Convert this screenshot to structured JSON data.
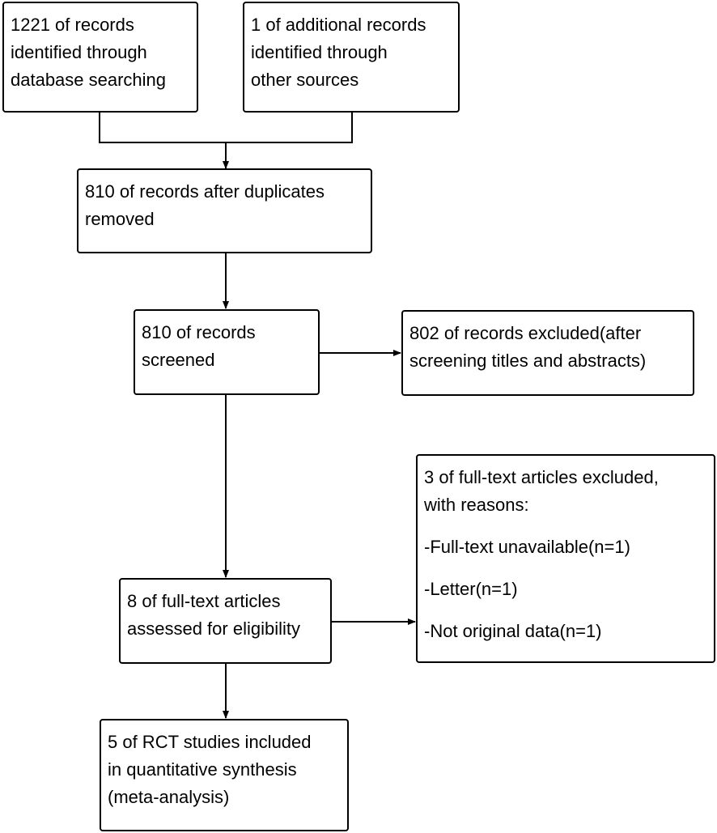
{
  "boxes": {
    "database": {
      "lines": [
        "1221 of records",
        "identified through",
        "database searching"
      ]
    },
    "other_sources": {
      "lines": [
        "1 of additional records",
        "identified through",
        "other sources"
      ]
    },
    "after_duplicates": {
      "lines": [
        "810 of records after duplicates",
        "removed"
      ]
    },
    "screened": {
      "lines": [
        "810 of records",
        "screened"
      ]
    },
    "excluded_screening": {
      "lines": [
        "802 of records excluded(after",
        "screening titles and abstracts)"
      ]
    },
    "full_text_assessed": {
      "lines": [
        "8 of full-text articles",
        "assessed for eligibility"
      ]
    },
    "full_text_excluded": {
      "lines": [
        "3 of full-text articles excluded,",
        "with reasons:"
      ],
      "reasons": [
        "-Full-text unavailable(n=1)",
        "-Letter(n=1)",
        "-Not original data(n=1)"
      ]
    },
    "included": {
      "lines": [
        "5 of RCT studies included",
        "in quantitative synthesis",
        "(meta-analysis)"
      ]
    }
  }
}
